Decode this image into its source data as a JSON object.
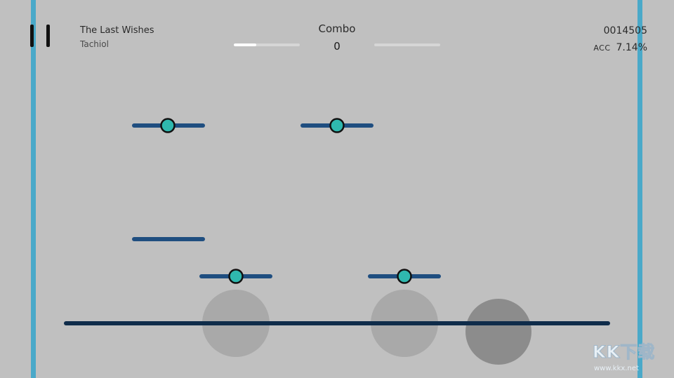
{
  "song": {
    "title": "The Last Wishes",
    "artist": "Tachiol"
  },
  "combo": {
    "label": "Combo",
    "value": "0"
  },
  "progress": {
    "left_fraction": 0.34,
    "right_fraction": 0.0
  },
  "score": {
    "value": "0014505",
    "acc_label": "ACC",
    "acc_value": "7.14%"
  },
  "pause_button": {
    "icon": "pause-icon"
  },
  "colors": {
    "background": "#c0c0c0",
    "side_lines": "#4aa9c9",
    "judgement_line": "#0f2c4a",
    "note_bar": "#1f4e80",
    "note_knob": "#2fb8ae",
    "note_knob_outline": "#111111",
    "touch_circle_light": "#a9a9a9",
    "touch_circle_dark": "#8c8c8c"
  },
  "watermark": {
    "main": "KK下载",
    "sub": "www.kkx.net"
  }
}
